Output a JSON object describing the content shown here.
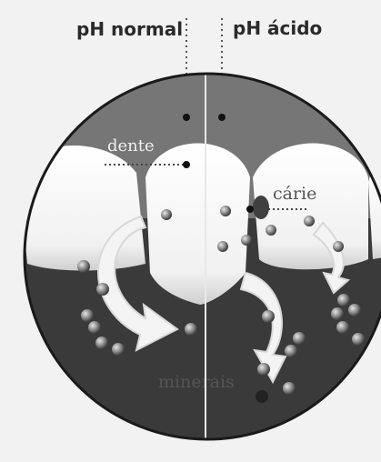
{
  "header": {
    "left_label": "pH normal",
    "right_label": "pH ácido"
  },
  "labels": {
    "tooth": "dente",
    "caries": "cárie",
    "minerals": "minerais"
  },
  "colors": {
    "background": "#f2f2f2",
    "circle_dark": "#3a3a3a",
    "gum": "#7a7a7a",
    "tooth": "#f7f7f7",
    "mineral": "#8a8a8a"
  }
}
